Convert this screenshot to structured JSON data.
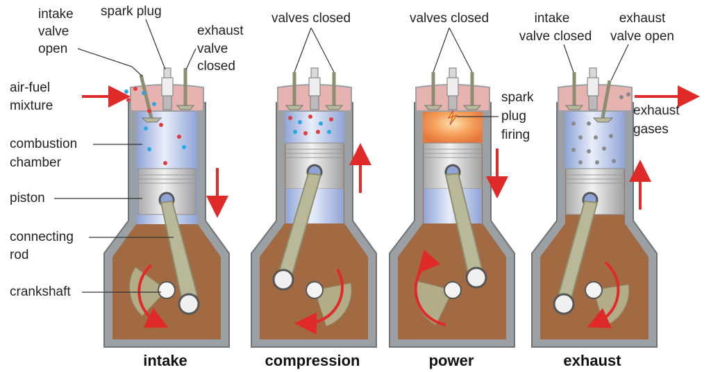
{
  "colors": {
    "casing": "#9aa0a3",
    "casing_dark": "#6e7477",
    "crankcase": "#a26a42",
    "cylinder_gas": "#c9d6ee",
    "cylinder_gas_dark": "#8fa3d6",
    "ignition_orange": "#f08a4c",
    "piston": "#d8d8d8",
    "rod": "#b9b99a",
    "rod_dark": "#8d8d70",
    "crank_disc": "#b2ad86",
    "arrow_red": "#e02a2a",
    "particle_red": "#e23b3b",
    "particle_blue": "#27a7e6",
    "exhaust_grey": "#8a8a8a",
    "head_pink": "#e7b3b0"
  },
  "labels": {
    "intake_valve_open": [
      "intake",
      "valve",
      "open"
    ],
    "spark_plug": "spark plug",
    "exhaust_valve_closed": [
      "exhaust",
      "valve",
      "closed"
    ],
    "air_fuel_mixture": [
      "air-fuel",
      "mixture"
    ],
    "combustion_chamber": [
      "combustion",
      "chamber"
    ],
    "piston": "piston",
    "connecting_rod": [
      "connecting",
      "rod"
    ],
    "crankshaft": "crankshaft",
    "valves_closed_2": "valves closed",
    "valves_closed_3": "valves closed",
    "spark_plug_firing": [
      "spark",
      "plug",
      "firing"
    ],
    "intake_valve_closed": [
      "intake",
      "valve closed"
    ],
    "exhaust_valve_open": [
      "exhaust",
      "valve open"
    ],
    "exhaust_gases": [
      "exhaust",
      "gases"
    ]
  },
  "strokes": [
    {
      "id": "intake",
      "title": "intake",
      "piston_motion": "down"
    },
    {
      "id": "compression",
      "title": "compression",
      "piston_motion": "up"
    },
    {
      "id": "power",
      "title": "power",
      "piston_motion": "down"
    },
    {
      "id": "exhaust",
      "title": "exhaust",
      "piston_motion": "up"
    }
  ]
}
